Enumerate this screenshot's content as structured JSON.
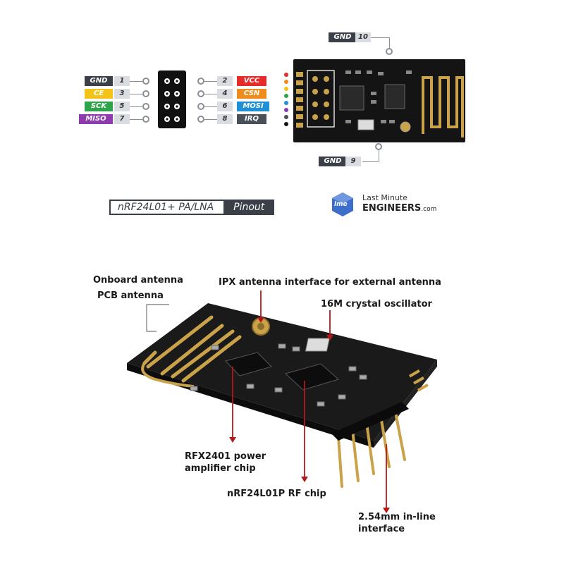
{
  "pinout": {
    "left_pins": [
      {
        "label": "GND",
        "num": "1",
        "color": "#3b4048"
      },
      {
        "label": "CE",
        "num": "3",
        "color": "#f3c318"
      },
      {
        "label": "SCK",
        "num": "5",
        "color": "#2fa34a"
      },
      {
        "label": "MISO",
        "num": "7",
        "color": "#8e3bb0"
      }
    ],
    "right_pins": [
      {
        "label": "VCC",
        "num": "2",
        "color": "#e62b2b"
      },
      {
        "label": "CSN",
        "num": "4",
        "color": "#f08c1d"
      },
      {
        "label": "MOSI",
        "num": "6",
        "color": "#1f8fd6"
      },
      {
        "label": "IRQ",
        "num": "8",
        "color": "#4a5058"
      }
    ],
    "top_gnd": {
      "label": "GND",
      "num": "10"
    },
    "bottom_gnd": {
      "label": "GND",
      "num": "9"
    },
    "banner_left": "nRF24L01+ PA/LNA",
    "banner_right": "Pinout"
  },
  "logo": {
    "line1": "Last Minute",
    "line2": "ENGINEERS",
    "suffix": ".com",
    "mark": "lme"
  },
  "callouts": {
    "onboard_antenna": "Onboard antenna",
    "pcb_antenna": "PCB antenna",
    "ipx": "IPX antenna interface for external antenna",
    "crystal": "16M crystal oscillator",
    "rfx_line1": "RFX2401 power",
    "rfx_line2": "amplifier chip",
    "nrf": "nRF24L01P RF chip",
    "interface_line1": "2.54mm in-line",
    "interface_line2": "interface"
  },
  "colors": {
    "pcb": "#141414",
    "gold": "#c9a24a",
    "arrow": "#b41818"
  }
}
